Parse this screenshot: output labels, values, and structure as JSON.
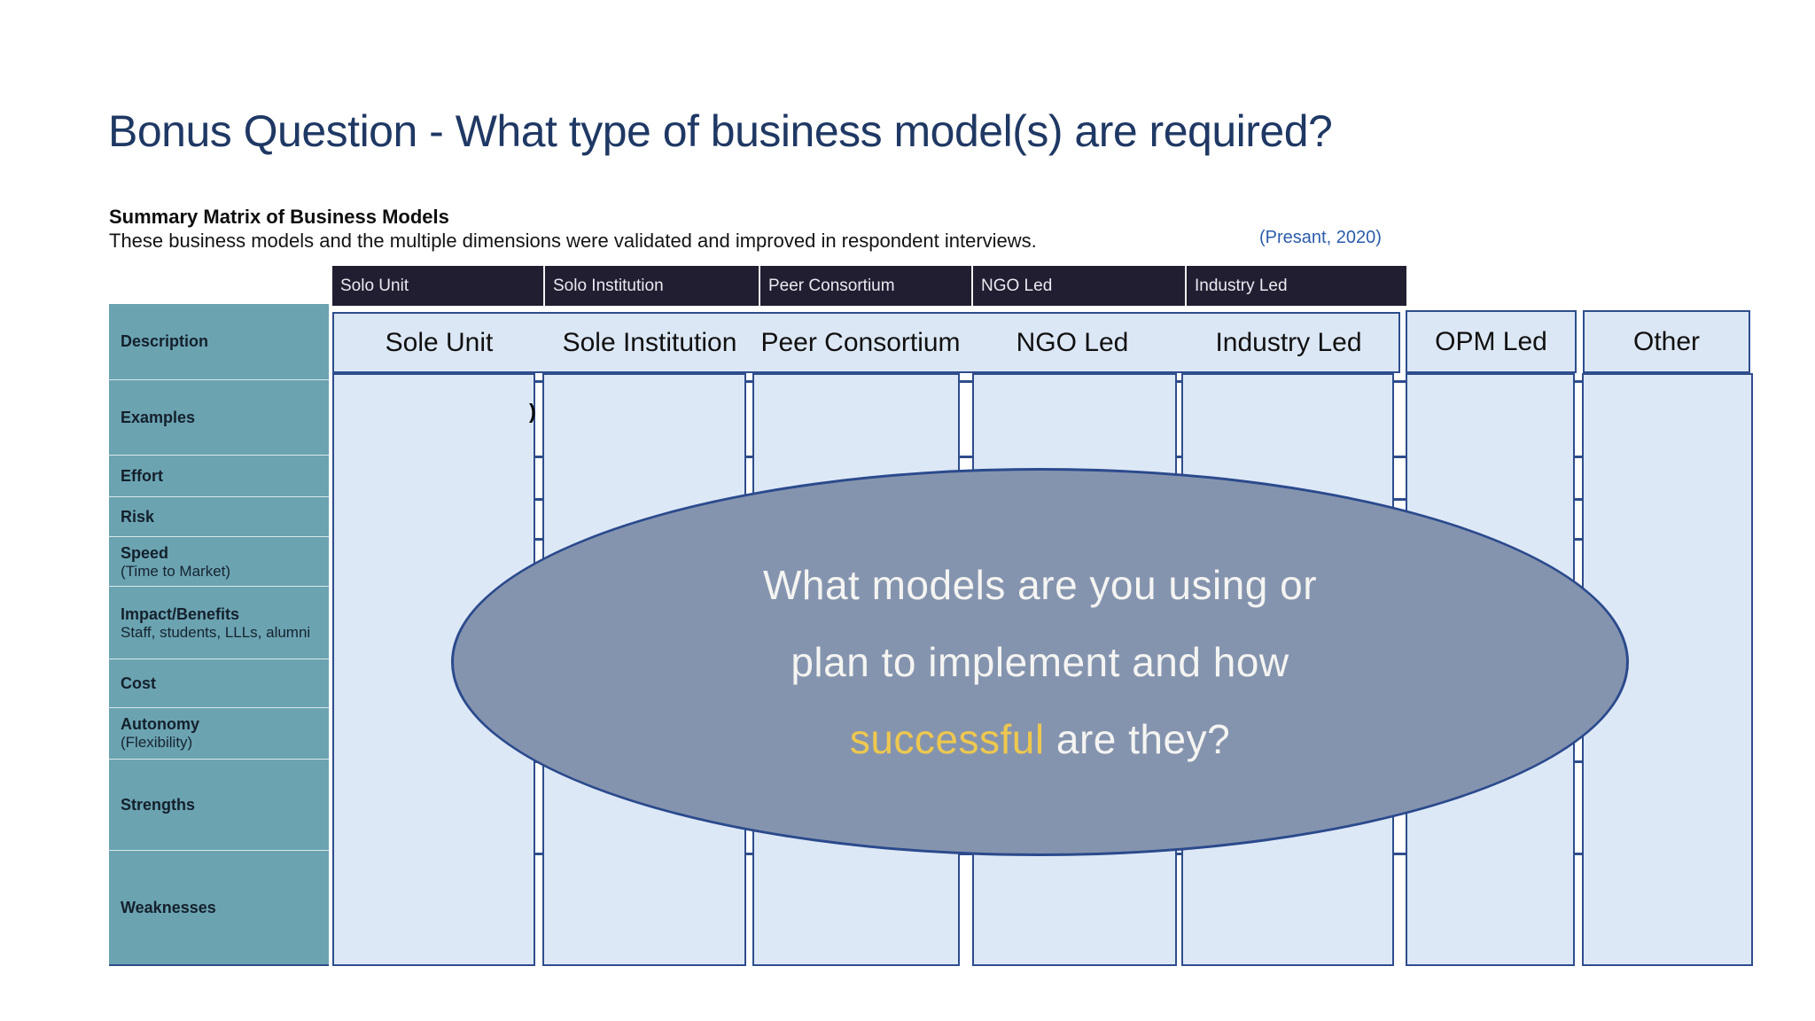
{
  "slide": {
    "title": "Bonus Question - What type of business model(s) are required?",
    "matrix_heading": "Summary Matrix of Business Models",
    "matrix_subheading": "These business models and the multiple dimensions were validated and improved in respondent interviews.",
    "citation": "(Presant, 2020)"
  },
  "top_bar": {
    "items": [
      "Solo Unit",
      "Solo Institution",
      "Peer Consortium",
      "NGO Led",
      "Industry Led"
    ]
  },
  "matrix": {
    "column_headers": [
      "Sole Unit",
      "Sole Institution",
      "Peer Consortium",
      "NGO Led",
      "Industry Led",
      "OPM Led",
      "Other"
    ],
    "row_headers": [
      {
        "label": "Description",
        "sub": ""
      },
      {
        "label": "Examples",
        "sub": ""
      },
      {
        "label": "Effort",
        "sub": ""
      },
      {
        "label": "Risk",
        "sub": ""
      },
      {
        "label": "Speed",
        "sub": "(Time to Market)"
      },
      {
        "label": "Impact/Benefits",
        "sub": "Staff, students, LLLs, alumni"
      },
      {
        "label": "Cost",
        "sub": ""
      },
      {
        "label": "Autonomy",
        "sub": "(Flexibility)"
      },
      {
        "label": "Strengths",
        "sub": ""
      },
      {
        "label": "Weaknesses",
        "sub": ""
      }
    ],
    "stray_fragment": ")"
  },
  "overlay": {
    "line1": "What models are you using or",
    "line2": "plan to implement and how",
    "line3_highlight": "successful",
    "line3_rest": " are they?"
  },
  "colors": {
    "title_navy": "#1f3864",
    "citation_blue": "#2b5cab",
    "dark_bar_bg": "#211e31",
    "cell_fill": "#dde8f6",
    "table_border": "#2e4d8c",
    "sidebar_teal": "#6ba3b1",
    "ellipse_fill": "#8594ae",
    "ellipse_border": "#2b4a8d",
    "highlight_yellow": "#eec84e"
  }
}
